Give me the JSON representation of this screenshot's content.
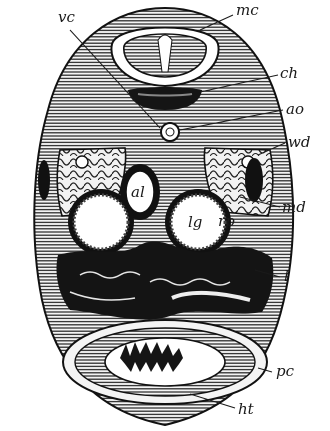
{
  "figure": {
    "labels": {
      "vc": "vc",
      "mc": "mc",
      "ch": "ch",
      "ao": "ao",
      "wd": "wd",
      "md": "md",
      "l": "l",
      "pc": "pc",
      "ht": "ht",
      "al": "al",
      "lg": "lg",
      "rp": "rp"
    },
    "colors": {
      "ink": "#1a1a1a",
      "background": "#ffffff"
    }
  }
}
